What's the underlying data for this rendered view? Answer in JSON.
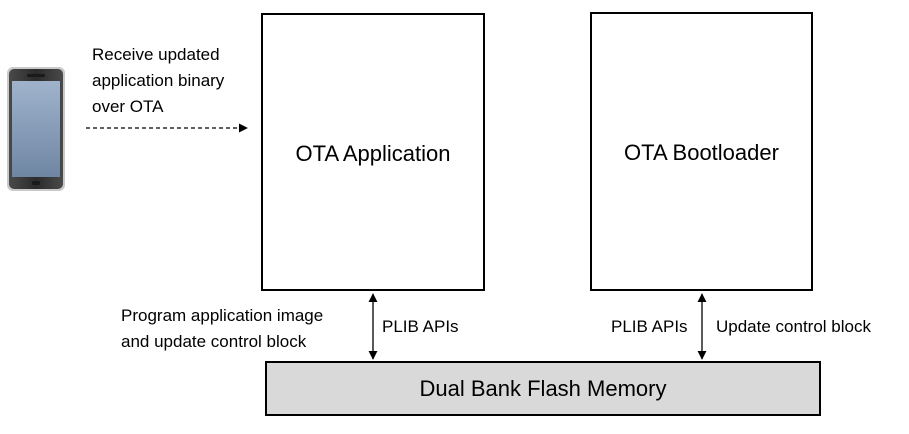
{
  "phone_note": {
    "line1": "Receive updated",
    "line2": "application binary",
    "line3": "over OTA"
  },
  "ota_application": {
    "title": "OTA Application"
  },
  "ota_bootloader": {
    "title": "OTA Bootloader"
  },
  "flash": {
    "title": "Dual Bank Flash Memory",
    "fill": "#d9d9d9"
  },
  "app_link": {
    "program_line1": "Program application image",
    "program_line2": "and update control block",
    "api_label": "PLIB APIs"
  },
  "boot_link": {
    "api_label": "PLIB APIs",
    "update_label": "Update control block"
  },
  "icons": {
    "phone": "smartphone-icon"
  }
}
